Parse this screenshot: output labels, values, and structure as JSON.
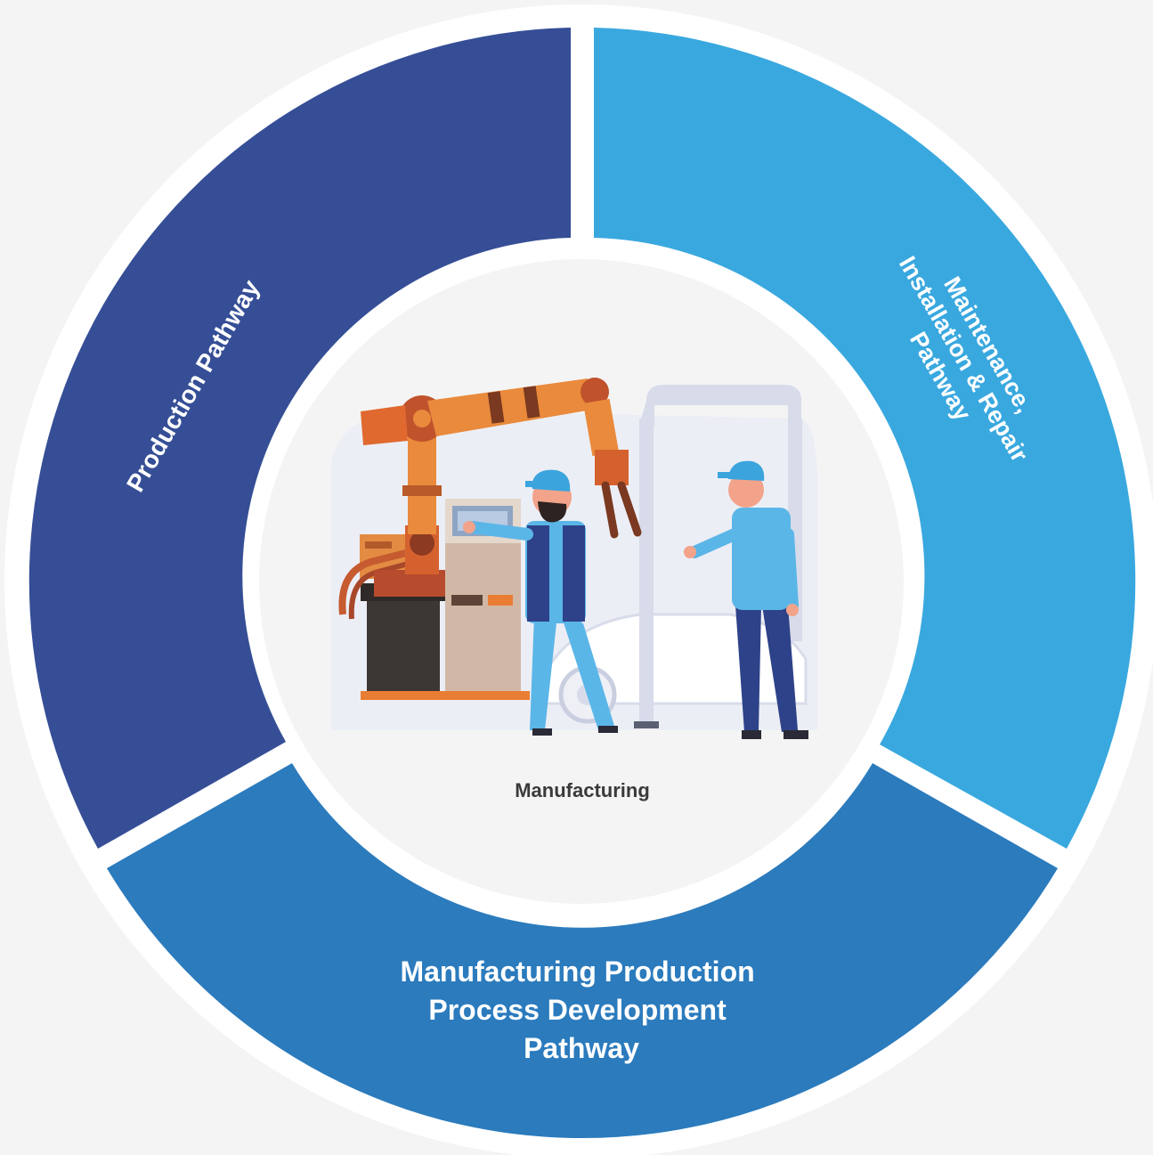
{
  "diagram": {
    "center": {
      "label": "Manufacturing",
      "illustration": "robot-arm-and-workers-illustration"
    },
    "segments": [
      {
        "id": "production",
        "lines": [
          "Production Pathway"
        ],
        "color": "#354e96"
      },
      {
        "id": "maintenance",
        "lines": [
          "Maintenance,",
          "Installation & Repair",
          "Pathway"
        ],
        "color": "#39a8df"
      },
      {
        "id": "process-development",
        "lines": [
          "Manufacturing Production",
          "Process Development",
          "Pathway"
        ],
        "color": "#2b7bbd"
      }
    ],
    "colors": {
      "background": "#f4f4f4",
      "ring_outer": "#ffffff",
      "center_fill": "#f4f4f4",
      "center_text": "#3a3a3a"
    }
  }
}
